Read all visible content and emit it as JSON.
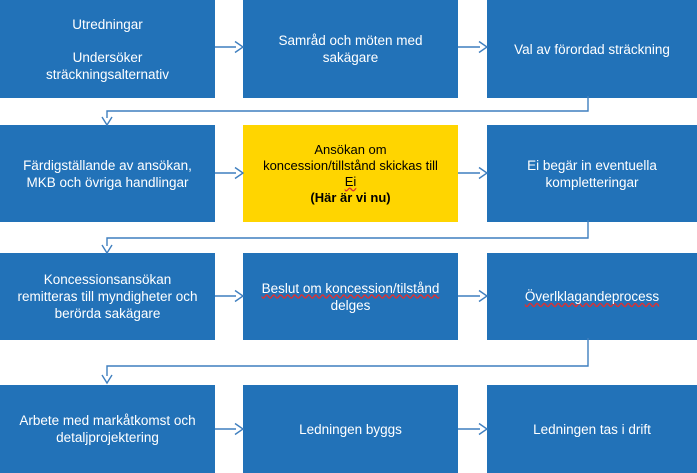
{
  "diagram": {
    "title": "Tillstandsprocess flowchart",
    "colors": {
      "box_blue": "#2272b8",
      "box_highlight_yellow": "#ffd500",
      "text_on_blue": "#ffffff",
      "text_on_yellow": "#000000",
      "connector": "#3f7fbf",
      "spellcheck_underline": "#e03030",
      "background": "#ffffff"
    },
    "rows": [
      {
        "row_index": 1,
        "nodes": [
          {
            "id": "n1",
            "style": "blue",
            "lines": [
              {
                "text": "Utredningar",
                "gap_above": false,
                "bold": false,
                "spellcheck": false
              },
              {
                "text": "Undersöker",
                "gap_above": true,
                "bold": false,
                "spellcheck": false
              },
              {
                "text": "sträckningsalternativ",
                "gap_above": false,
                "bold": false,
                "spellcheck": false
              }
            ]
          },
          {
            "id": "n2",
            "style": "blue",
            "lines": [
              {
                "text": "Samråd och möten med",
                "gap_above": false,
                "bold": false,
                "spellcheck": false
              },
              {
                "text": "sakägare",
                "gap_above": false,
                "bold": false,
                "spellcheck": false
              }
            ]
          },
          {
            "id": "n3",
            "style": "blue",
            "lines": [
              {
                "text": "Val av förordad sträckning",
                "gap_above": false,
                "bold": false,
                "spellcheck": false
              }
            ]
          }
        ]
      },
      {
        "row_index": 2,
        "nodes": [
          {
            "id": "n4",
            "style": "blue",
            "lines": [
              {
                "text": "Färdigställande av ansökan,",
                "gap_above": false,
                "bold": false,
                "spellcheck": false
              },
              {
                "text": "MKB och övriga handlingar",
                "gap_above": false,
                "bold": false,
                "spellcheck": false
              }
            ]
          },
          {
            "id": "n5",
            "style": "yellow",
            "lines": [
              {
                "text": "Ansökan om",
                "gap_above": false,
                "bold": false,
                "spellcheck": false
              },
              {
                "text": "koncession/tillstånd skickas till",
                "gap_above": false,
                "bold": false,
                "spellcheck": false
              },
              {
                "text": "Ei",
                "gap_above": false,
                "bold": false,
                "spellcheck": true
              },
              {
                "text": "(Här är vi nu)",
                "gap_above": false,
                "bold": true,
                "spellcheck": false
              }
            ]
          },
          {
            "id": "n6",
            "style": "blue",
            "lines": [
              {
                "text": "Ei begär in eventuella",
                "gap_above": false,
                "bold": false,
                "spellcheck": false
              },
              {
                "text": "kompletteringar",
                "gap_above": false,
                "bold": false,
                "spellcheck": false
              }
            ]
          }
        ]
      },
      {
        "row_index": 3,
        "nodes": [
          {
            "id": "n7",
            "style": "blue",
            "lines": [
              {
                "text": "Koncessionsansökan",
                "gap_above": false,
                "bold": false,
                "spellcheck": false
              },
              {
                "text": "remitteras till myndigheter och",
                "gap_above": false,
                "bold": false,
                "spellcheck": false
              },
              {
                "text": "berörda sakägare",
                "gap_above": false,
                "bold": false,
                "spellcheck": false
              }
            ]
          },
          {
            "id": "n8",
            "style": "blue",
            "lines": [
              {
                "text": "Beslut om koncession/tilstånd",
                "gap_above": false,
                "bold": false,
                "spellcheck": true
              },
              {
                "text": "delges",
                "gap_above": false,
                "bold": false,
                "spellcheck": false
              }
            ]
          },
          {
            "id": "n9",
            "style": "blue",
            "lines": [
              {
                "text": "Överlklagandeprocess",
                "gap_above": false,
                "bold": false,
                "spellcheck": true
              }
            ]
          }
        ]
      },
      {
        "row_index": 4,
        "nodes": [
          {
            "id": "n10",
            "style": "blue",
            "lines": [
              {
                "text": "Arbete med markåtkomst och",
                "gap_above": false,
                "bold": false,
                "spellcheck": false
              },
              {
                "text": "detaljprojektering",
                "gap_above": false,
                "bold": false,
                "spellcheck": false
              }
            ]
          },
          {
            "id": "n11",
            "style": "blue",
            "lines": [
              {
                "text": "Ledningen byggs",
                "gap_above": false,
                "bold": false,
                "spellcheck": false
              }
            ]
          },
          {
            "id": "n12",
            "style": "blue",
            "lines": [
              {
                "text": "Ledningen tas i drift",
                "gap_above": false,
                "bold": false,
                "spellcheck": false
              }
            ]
          }
        ]
      }
    ],
    "connectors": {
      "horizontal_count": 8,
      "wraparound_count": 3,
      "description": "Right-pointing arrows link boxes within a row; wrap-around connectors run from the bottom of the rightmost box of a row, left across the gap, then down into the leftmost box of the next row."
    }
  }
}
